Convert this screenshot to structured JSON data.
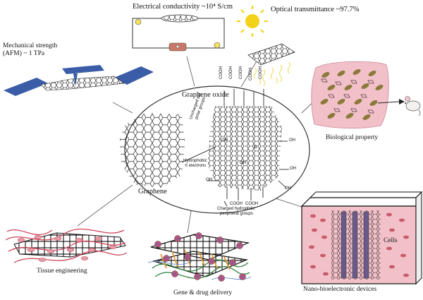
{
  "labels": {
    "electrical": "Electrical conductivity ~10⁴ S/cm",
    "optical": "Optical transmittance ~97.7%",
    "mechanical_line1": "Mechanical strength",
    "mechanical_line2": "(AFM) ~ 1 TPa",
    "graphene_oxide": "Graphene oxide",
    "graphene": "Graphene",
    "biological": "Biological property",
    "tissue": "Tissue engineering",
    "gene_drug": "Gene & drug delivery",
    "nano": "Nano-bioelectronic devices",
    "cells": "Cells"
  },
  "go_annotations": {
    "uncharged_line1": "Uncharged but",
    "uncharged_line2": "polar groups",
    "hydrophobic_line1": "Hydrophobic",
    "hydrophobic_line2": "π electrons",
    "charged_line1": "Charged hydrophilic",
    "charged_line2": "peripheral groups",
    "cooh": "COOH",
    "oh": "OH",
    "o": "O"
  },
  "colors": {
    "sheet_blue": "#3b5da8",
    "sun_yellow": "#f3d21a",
    "tissue_pink": "#f2c0c8",
    "drug_orange": "#e39a3a",
    "dna_green": "#3d8b4b",
    "cell_red": "#c24b5c",
    "cell_olive": "#8a7a3a"
  }
}
